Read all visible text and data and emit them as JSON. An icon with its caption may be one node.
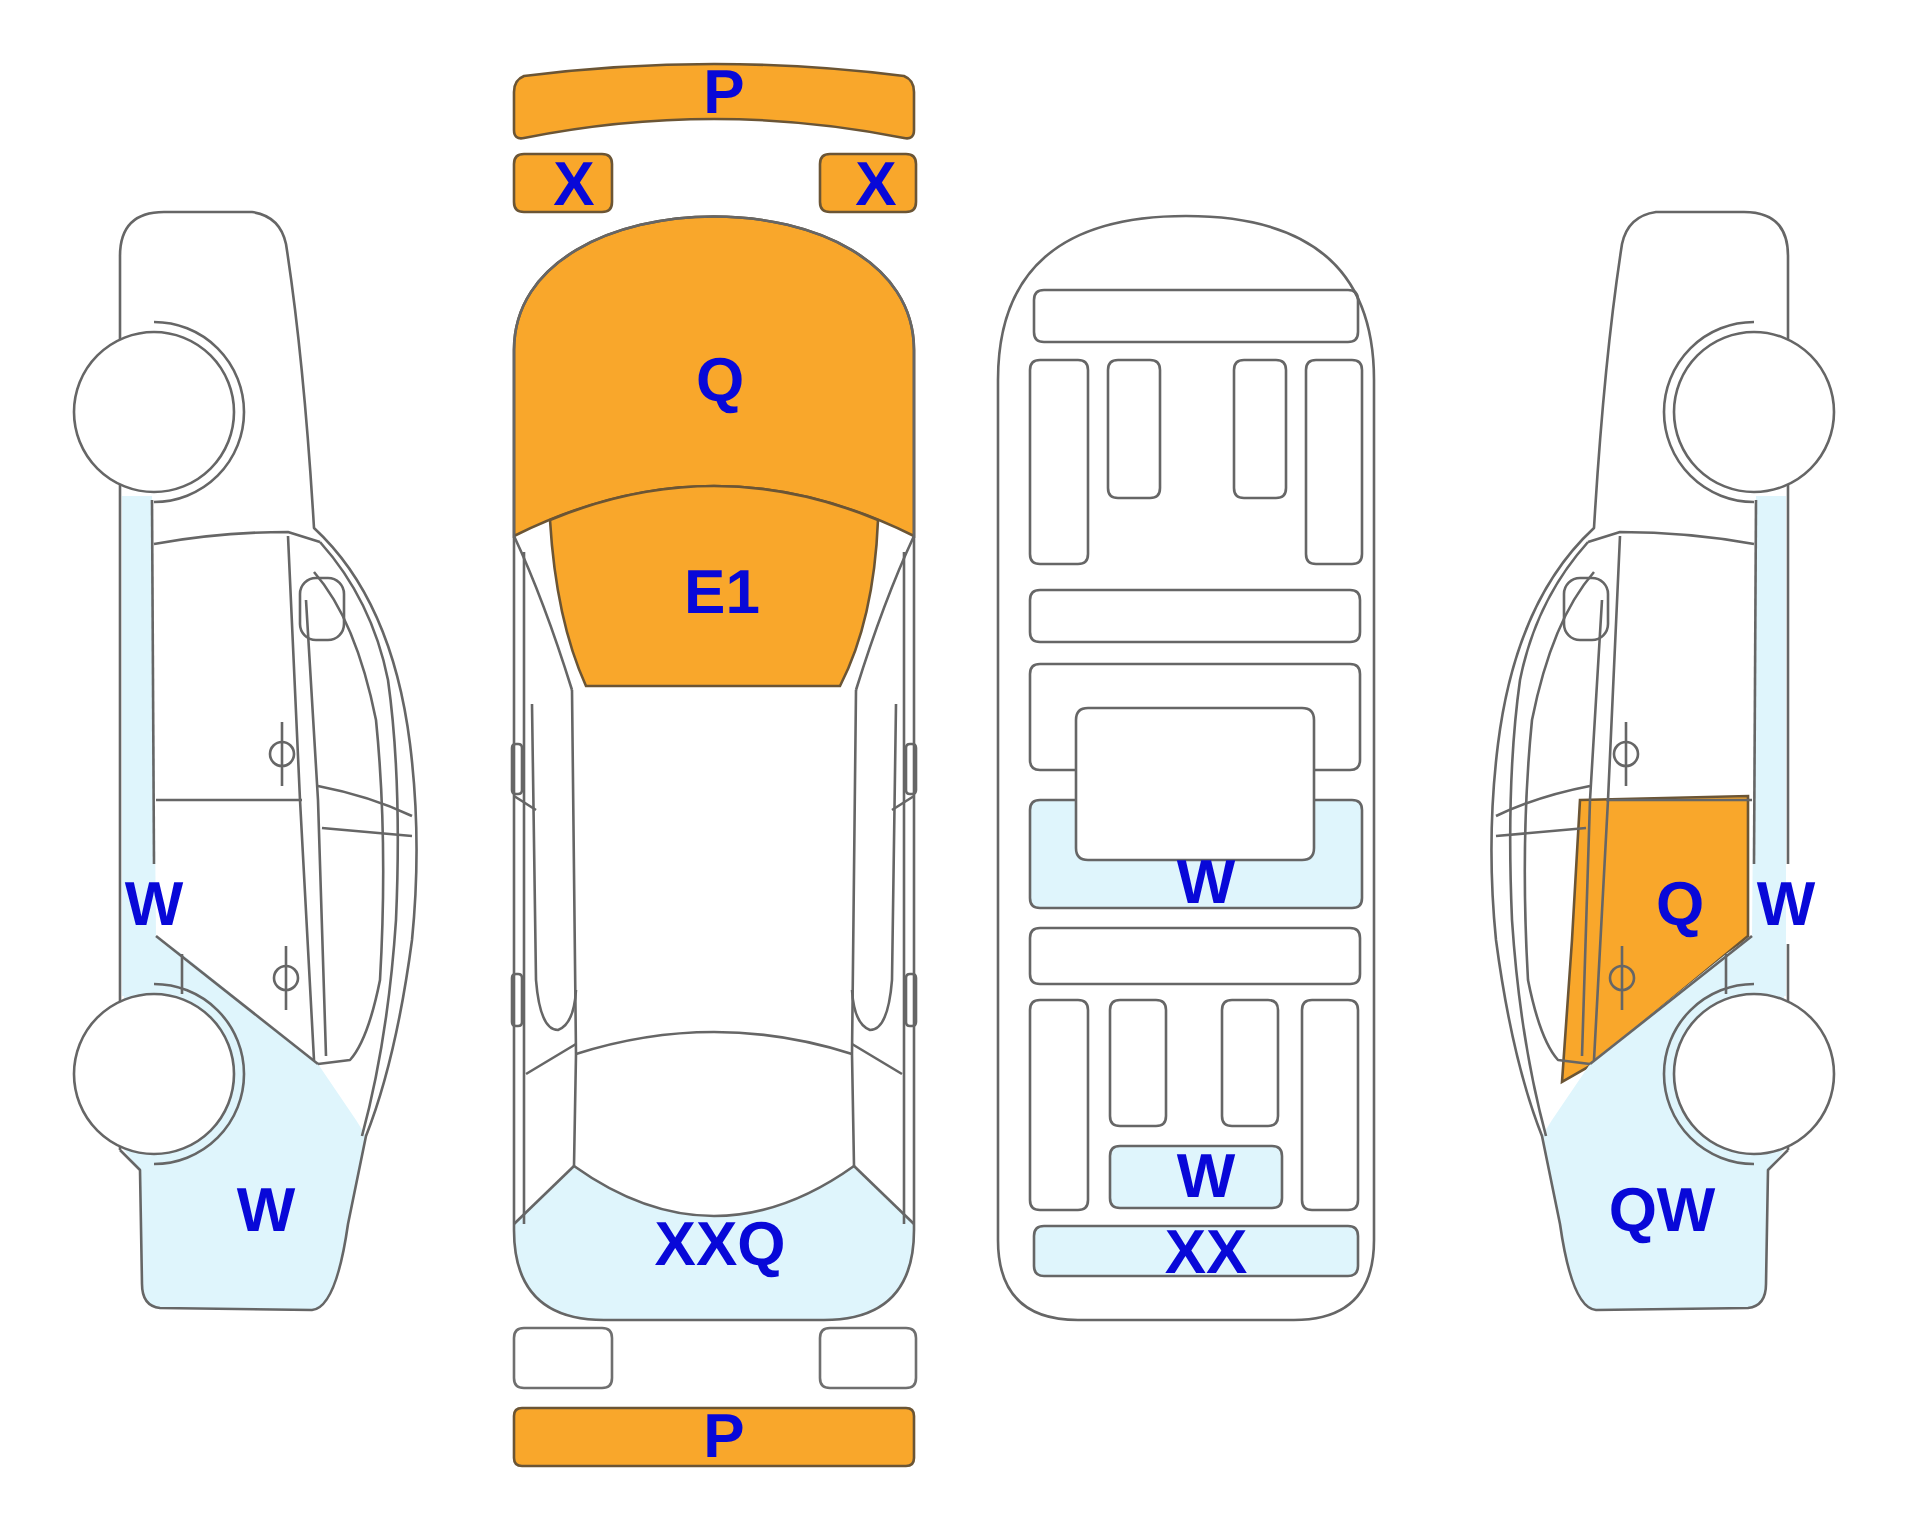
{
  "diagram": {
    "nodes": [
      {
        "text": [
          "W"
        ]
      },
      {
        "text": [
          "W"
        ]
      },
      {
        "text": [
          "P"
        ]
      },
      {
        "text": [
          "X"
        ]
      },
      {
        "text": [
          "X"
        ]
      },
      {
        "text": [
          "Q"
        ]
      },
      {
        "text": [
          "E1"
        ]
      },
      {
        "text": [
          "XXQ"
        ]
      },
      {
        "text": [],
        "shape": "box"
      },
      {
        "text": [],
        "shape": "box"
      },
      {
        "text": [
          "P"
        ]
      },
      {
        "text": [
          "W"
        ]
      },
      {
        "text": [
          "W"
        ]
      },
      {
        "text": [
          "XX"
        ]
      },
      {
        "text": [
          "Q"
        ]
      },
      {
        "text": [
          "W"
        ]
      },
      {
        "text": [
          "QW"
        ]
      }
    ]
  }
}
